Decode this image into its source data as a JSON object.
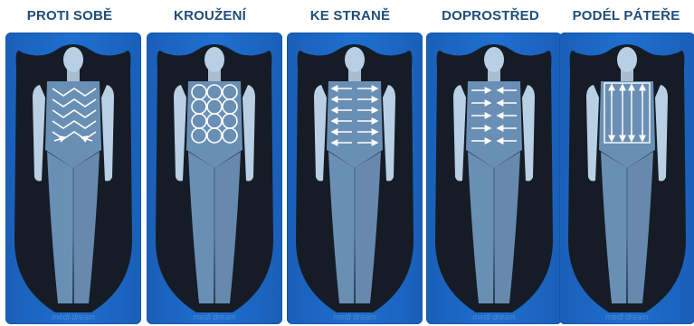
{
  "techniques": [
    {
      "key": "proti-sobe",
      "title": "PROTI SOBĚ",
      "pattern": "zigzag",
      "brand": "medi dream"
    },
    {
      "key": "krouzeni",
      "title": "KROUŽENÍ",
      "pattern": "circles",
      "brand": "medi dream"
    },
    {
      "key": "ke-strane",
      "title": "KE STRANĚ",
      "pattern": "outward",
      "brand": "medi dream"
    },
    {
      "key": "doprostred",
      "title": "DOPROSTŘED",
      "pattern": "inward",
      "brand": "medi dream"
    },
    {
      "key": "podel-patere",
      "title": "PODÉL PÁTEŘE",
      "pattern": "vertical",
      "brand": "medi dream"
    }
  ],
  "colors": {
    "title": "#1f4e79",
    "mattress": "#1e6fd0",
    "mattress_edge": "#1558a8",
    "body_dark": "#151c26",
    "body_fill": "#6a8fb4",
    "body_light": "#b9cfe4",
    "arrows": "#ffffff"
  }
}
